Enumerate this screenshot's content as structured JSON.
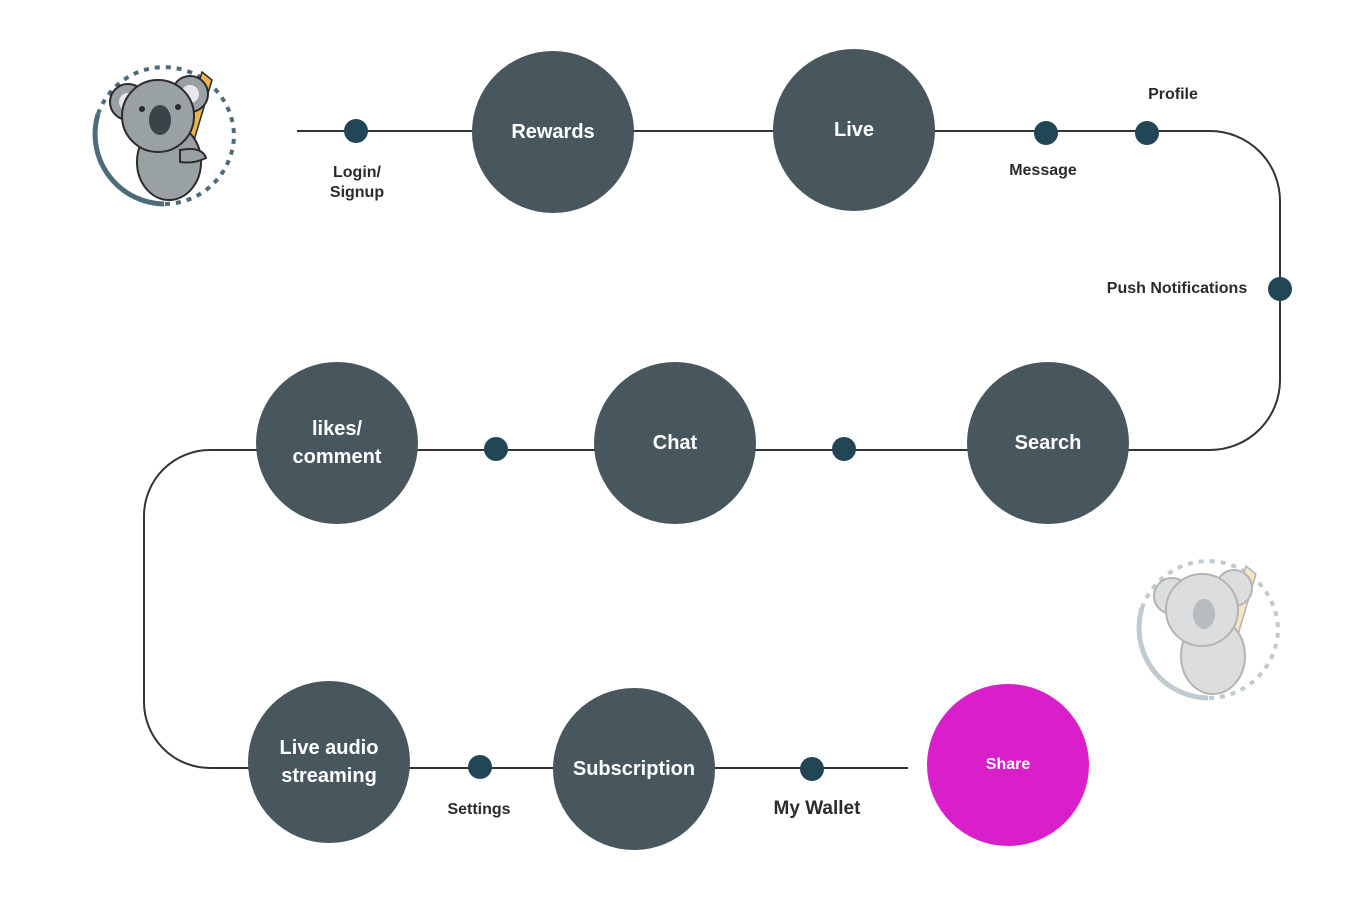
{
  "diagram": {
    "nodes": {
      "rewards": "Rewards",
      "live": "Live",
      "likes_comment": "likes/\ncomment",
      "chat": "Chat",
      "search": "Search",
      "live_audio": "Live audio\nstreaming",
      "subscription": "Subscription",
      "share": "Share"
    },
    "labels": {
      "login_signup": "Login/\nSignup",
      "message": "Message",
      "profile": "Profile",
      "push_notifications": "Push Notifications",
      "settings": "Settings",
      "my_wallet": "My Wallet"
    },
    "colors": {
      "node": "#48575e",
      "dot": "#234656",
      "share": "#d81fc9",
      "line": "#333333"
    },
    "icons": {
      "logo": "koala-logo-icon",
      "watermark": "koala-watermark-icon"
    }
  }
}
